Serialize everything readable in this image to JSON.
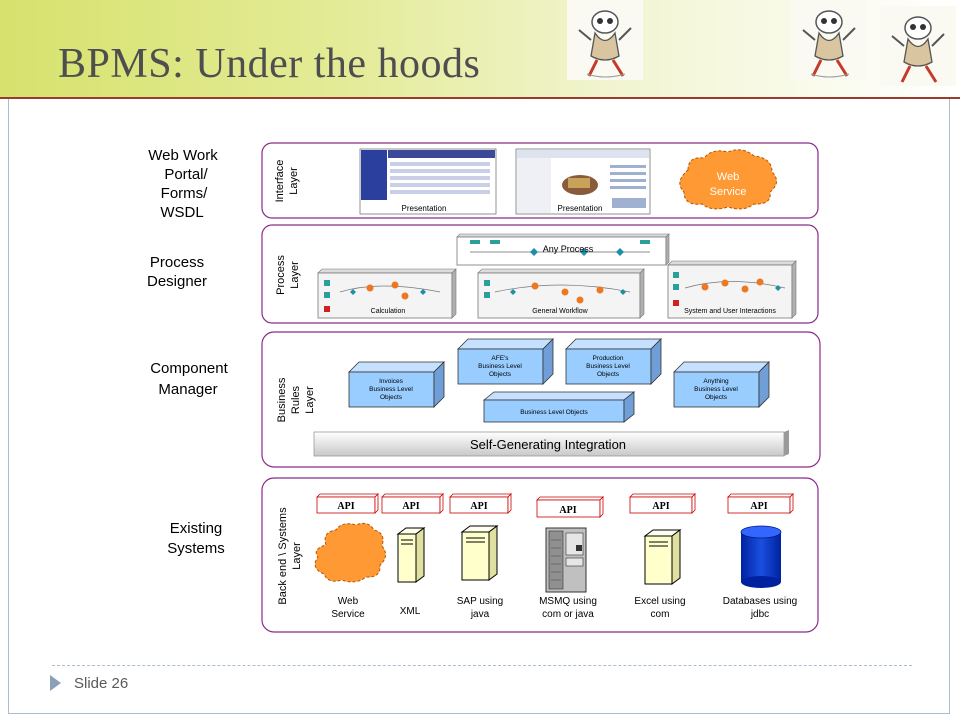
{
  "slide": {
    "title": "BPMS: Under the hoods",
    "footer": "Slide 26",
    "colors": {
      "accent_line": "#9a3c2d",
      "header_green": "#d6e26d",
      "layer_border": "#8b2a8b",
      "object_fill": "#99ccff",
      "api_border": "#cc0000",
      "cylinder": "#0033cc",
      "server_fill": "#ffffcc"
    },
    "mascot_icon": "hand-drawn-mascot-icon"
  },
  "diagram": {
    "left_labels": {
      "web_work": [
        "Web Work",
        "Portal/",
        "Forms/",
        "WSDL"
      ],
      "process_designer": [
        "Process",
        "Designer"
      ],
      "component_manager": [
        "Component",
        "Manager"
      ],
      "existing_systems": [
        "Existing",
        "Systems"
      ]
    },
    "layers": {
      "interface": [
        "Interface",
        "Layer"
      ],
      "process": [
        "Process",
        "Layer"
      ],
      "business": [
        "Business",
        "Rules",
        "Layer"
      ],
      "backend": [
        "Back end \\ Systems",
        "Layer"
      ]
    },
    "interface_layer": {
      "presentation_1": "Presentation",
      "presentation_2": "Presentation",
      "web_service": [
        "Web",
        "Service"
      ]
    },
    "process_layer": {
      "any_process": "Any Process",
      "calculation": "Calculation",
      "general_workflow": "General Workflow",
      "system_user": "System and User Interactions"
    },
    "business_layer": {
      "invoices": [
        "Invoices",
        "Business Level",
        "Objects"
      ],
      "afes": [
        "AFE's",
        "Business Level",
        "Objects"
      ],
      "production": [
        "Production",
        "Business Level",
        "Objects"
      ],
      "anything": [
        "Anything",
        "Business Level",
        "Objects"
      ],
      "business_level_objects": "Business Level Objects",
      "self_generating": "Self-Generating Integration"
    },
    "backend_layer": {
      "api_labels": [
        "API",
        "API",
        "API",
        "API",
        "API",
        "API"
      ],
      "systems": [
        [
          "Web",
          "Service"
        ],
        [
          "XML"
        ],
        [
          "SAP using",
          "java"
        ],
        [
          "MSMQ using",
          "com or java"
        ],
        [
          "Excel using",
          "com"
        ],
        [
          "Databases using",
          "jdbc"
        ]
      ]
    }
  }
}
